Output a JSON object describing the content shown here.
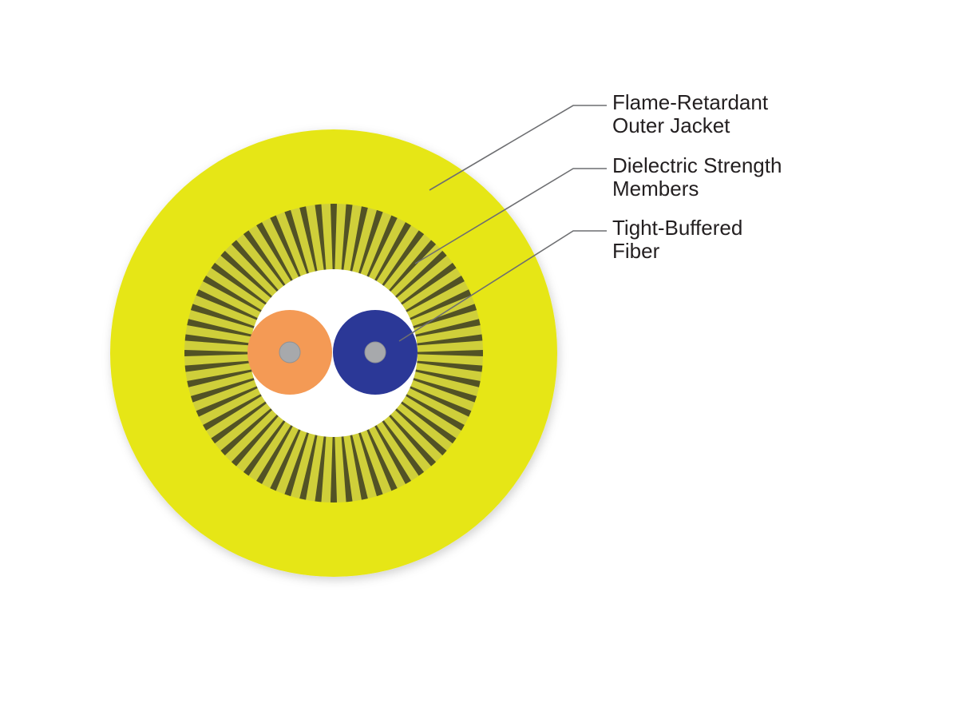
{
  "labels": {
    "outer_jacket": {
      "line1": "Flame-Retardant",
      "line2": "Outer Jacket"
    },
    "strength_members": {
      "line1": "Dielectric Strength",
      "line2": "Members"
    },
    "tight_buffered_fiber": {
      "line1": "Tight-Buffered",
      "line2": "Fiber"
    }
  },
  "colors": {
    "jacket": "#e6e619",
    "strength_light": "#cfcf3a",
    "strength_dark": "#3c3c22",
    "core_background": "#ffffff",
    "fiber_left": "#f49a55",
    "fiber_right": "#2b3897",
    "fiber_core": "#a7a9ac",
    "leader_line": "#6d6e71",
    "text": "#231f20"
  },
  "strength_member_strand_count": 60
}
